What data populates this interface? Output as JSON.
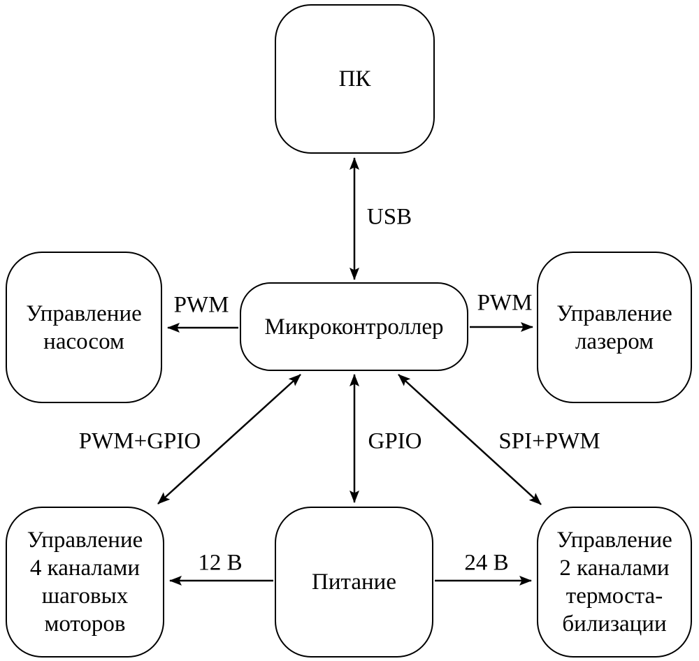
{
  "diagram": {
    "colors": {
      "stroke": "#000000",
      "fill": "#ffffff",
      "text": "#000000"
    },
    "nodes": {
      "pk": {
        "label": "ПК"
      },
      "micro": {
        "label": "Микроконтроллер"
      },
      "pump": {
        "label": "Управление\nнасосом"
      },
      "laser": {
        "label": "Управление\nлазером"
      },
      "steppers": {
        "label": "Управление\n4 каналами\nшаговых\nмоторов"
      },
      "power": {
        "label": "Питание"
      },
      "thermo": {
        "label": "Управление\n2 каналами\nтермоста-\nбилизации"
      }
    },
    "edges": {
      "usb": {
        "label": "USB",
        "from": "pk",
        "to": "micro",
        "direction": "both"
      },
      "pwm_left": {
        "label": "PWM",
        "from": "micro",
        "to": "pump",
        "direction": "to"
      },
      "pwm_right": {
        "label": "PWM",
        "from": "micro",
        "to": "laser",
        "direction": "to"
      },
      "pwm_gpio": {
        "label": "PWM+GPIO",
        "from": "micro",
        "to": "steppers",
        "direction": "both"
      },
      "gpio": {
        "label": "GPIO",
        "from": "micro",
        "to": "power",
        "direction": "both"
      },
      "spi_pwm": {
        "label": "SPI+PWM",
        "from": "micro",
        "to": "thermo",
        "direction": "both"
      },
      "v12": {
        "label": "12 В",
        "from": "power",
        "to": "steppers",
        "direction": "to"
      },
      "v24": {
        "label": "24 В",
        "from": "power",
        "to": "thermo",
        "direction": "to"
      }
    }
  }
}
